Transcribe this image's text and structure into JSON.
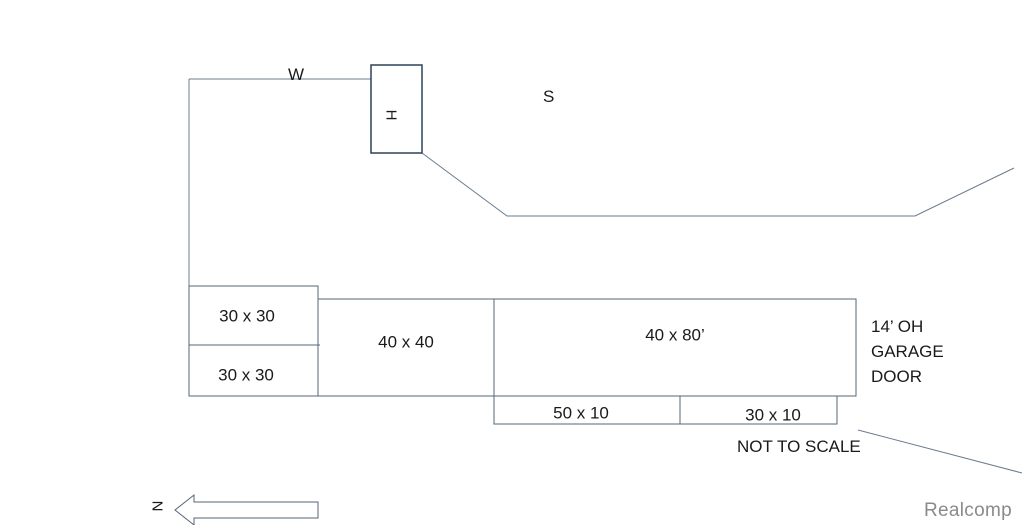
{
  "compass": {
    "west": "W",
    "south": "S",
    "north": "N"
  },
  "house": {
    "label": "H"
  },
  "buildings": {
    "room_a": "30 x 30",
    "room_b": "30 x 30",
    "room_c": "40 x 40",
    "room_d": "40 x 80’",
    "room_e": "50 x 10",
    "room_f": "30 x 10"
  },
  "notes": {
    "garage_line1": "14’ OH",
    "garage_line2": "GARAGE",
    "garage_line3": "DOOR",
    "scale": "NOT TO SCALE"
  },
  "watermark": "Realcomp",
  "colors": {
    "line": "#55657a",
    "box": "#2f4258",
    "text": "#1a1a1a",
    "watermark": "#8a8a8a"
  }
}
